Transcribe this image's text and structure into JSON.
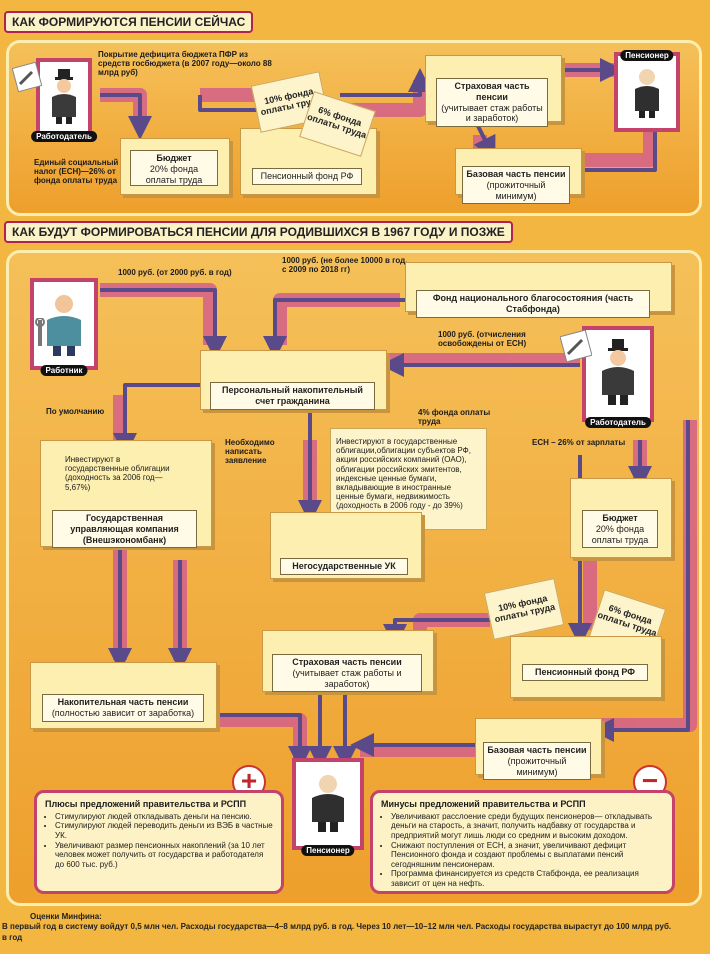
{
  "section1": {
    "title": "КАК ФОРМИРУЮТСЯ ПЕНСИИ СЕЙЧАС",
    "employer": "Работодатель",
    "esn_note": "Единый социальный налог (ЕСН)—26% от фонда оплаты труда",
    "deficit_note": "Покрытие дефицита бюджета ПФР из средств госбюджета (в 2007 году—около 88 млрд руб)",
    "budget_title": "Бюджет",
    "budget_sub": "20% фонда оплаты труда",
    "pf_label": "Пенсионный фонд РФ",
    "paper10": "10% фонда оплаты труда",
    "paper6": "6% фонда оплаты труда",
    "insurance_title": "Страховая часть пенсии",
    "insurance_sub": "(учитывает стаж работы и заработок)",
    "base_title": "Базовая часть пенсии",
    "base_sub": "(прожиточный минимум)",
    "pensioner": "Пенсионер"
  },
  "section2": {
    "title": "КАК БУДУТ ФОРМИРОВАТЬСЯ ПЕНСИИ ДЛЯ РОДИВШИХСЯ В 1967 ГОДУ И ПОЗЖЕ",
    "worker": "Работник",
    "worker_note": "1000 руб. (от 2000 руб. в год)",
    "state_note": "1000 руб. (не более 10000 в год, с 2009 по 2018 гг)",
    "fund_label": "Фонд национального благосостояния (часть Стабфонда)",
    "employer_note": "1000 руб. (отчисления освобождены от ЕСН)",
    "account_label": "Персональный накопительный счет гражданина",
    "four_pct": "4% фонда оплаты труда",
    "employer": "Работодатель",
    "default_note": "По умолчанию",
    "state_invest": "Инвестируют в государственные облигации (доходность за 2006 год—5,67%)",
    "application_note": "Необходимо написать заявление",
    "private_invest": "Инвестируют в государственные облигации,облигации субъектов РФ, акции российских компаний (ОАО), облигации российских эмитентов, индексные ценные бумаги, вкладывающие в иностранные ценные бумаги, недвижимость (доходность в 2006 году - до 39%)",
    "esn_note": "ЕСН – 26% от зарплаты",
    "budget_title": "Бюджет",
    "budget_sub": "20% фонда оплаты труда",
    "state_uk": "Государственная управляющая компания (Внешэкономбанк)",
    "private_uk": "Негосударственные УК",
    "paper10": "10% фонда оплаты труда",
    "paper6": "6% фонда оплаты труда",
    "insurance_title": "Страховая часть пенсии",
    "insurance_sub": "(учитывает стаж работы и заработок)",
    "pf_label": "Пенсионный фонд РФ",
    "accum_title": "Накопительная часть пенсии",
    "accum_sub": "(полностью зависит от заработка)",
    "base_title": "Базовая часть пенсии",
    "base_sub": "(прожиточный минимум)",
    "pensioner": "Пенсионер",
    "plus_sign": "+",
    "minus_sign": "−",
    "pros_title": "Плюсы предложений правительства и РСПП",
    "pros": [
      "Стимулируют людей откладывать деньги на пенсию.",
      "Стимулируют людей переводить деньги из ВЭБ в частные УК.",
      "Увеличивают размер пенсионных накоплений (за 10 лет человек может получить от государства и работодателя до 600 тыс. руб.)"
    ],
    "cons_title": "Минусы предложений правительства и РСПП",
    "cons": [
      "Увеличивают расслоение среди будущих пенсионеров— откладывать деньги на старость, а значит, получить надбавку от государства и предприятий могут лишь люди со средним и высоким доходом.",
      "Снижают поступления от ЕСН, а значит, увеличивают дефицит Пенсионного фонда и создают проблемы с выплатами пенсий сегодняшним пенсионерам.",
      "Программа финансируется из средств Стабфонда, ее реализация зависит от цен на нефть."
    ]
  },
  "footer": {
    "title": "Оценки Минфина:",
    "text": "В первый год в систему войдут 0,5 млн чел. Расходы государства—4–8 млрд руб. в год. Через 10 лет—10–12 млн чел. Расходы государства вырастут до 100 млрд руб. в год"
  },
  "colors": {
    "background": "#f3b640",
    "pink": "#c3436a",
    "arrow": "#5a4a8a",
    "box": "#fcefb0"
  }
}
